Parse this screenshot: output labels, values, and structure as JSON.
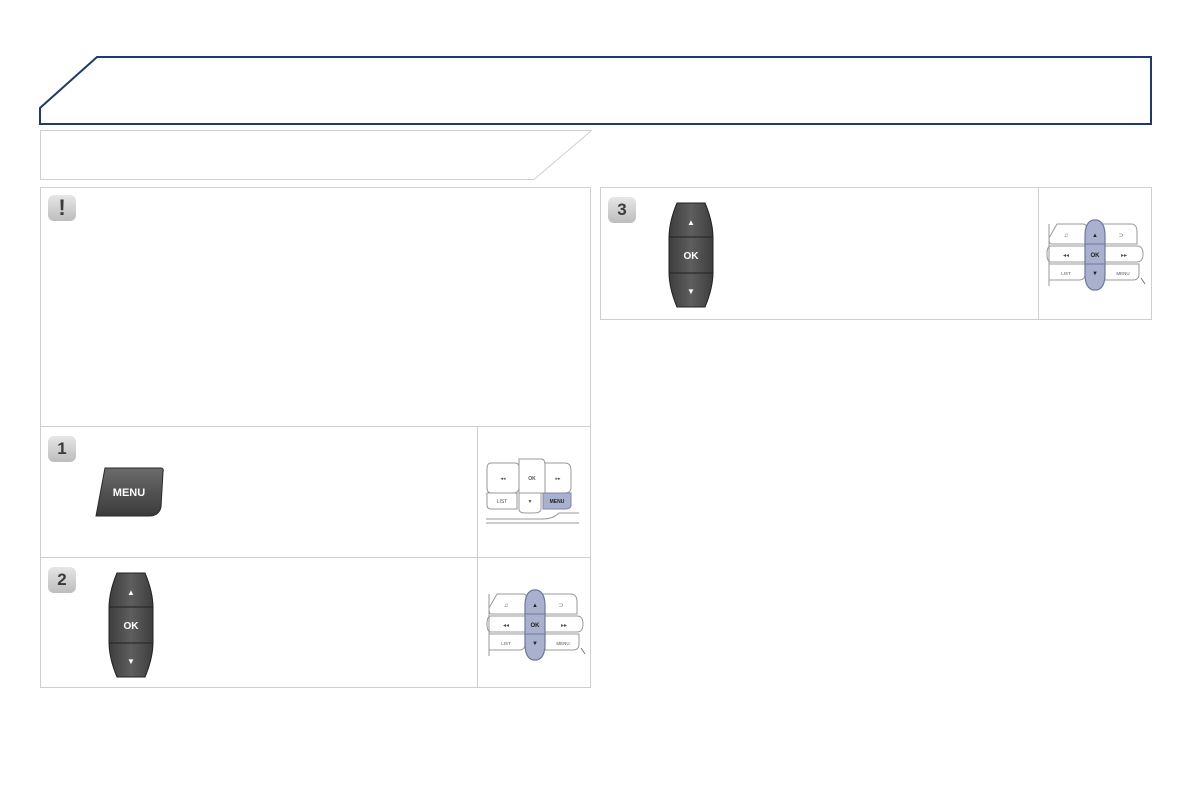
{
  "warning_badge": "!",
  "steps": [
    {
      "number": "1",
      "button_label": "MENU"
    },
    {
      "number": "2",
      "up_arrow": "▲",
      "ok_label": "OK",
      "down_arrow": "▼"
    },
    {
      "number": "3",
      "up_arrow": "▲",
      "ok_label": "OK",
      "down_arrow": "▼"
    }
  ],
  "control_pad_small": {
    "rewind": "◂◂",
    "ok": "OK",
    "forward": "▸▸",
    "list": "LIST",
    "down": "▼",
    "menu": "MENU"
  },
  "control_pad_full": {
    "music": "♫",
    "up": "▲",
    "back": "⊃",
    "rewind": "◂◂",
    "ok": "OK",
    "forward": "▸▸",
    "list": "LIST",
    "down": "▼",
    "menu": "MENU"
  },
  "colors": {
    "header_border": "#1f3a6e",
    "highlight": "#a9b1cf",
    "button_dark": "#4a4a4a"
  }
}
